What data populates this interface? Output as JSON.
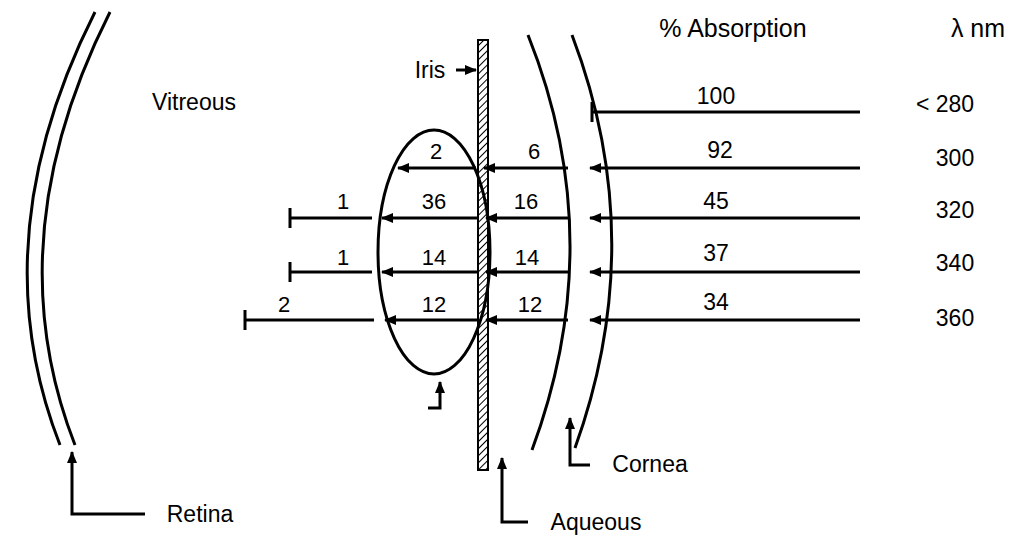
{
  "diagram": {
    "labels": [
      "% Absorption",
      "λ nm",
      "Iris",
      "Vitreous",
      "100",
      "< 280",
      "2",
      "6",
      "92",
      "300",
      "1",
      "36",
      "16",
      "45",
      "320",
      "1",
      "14",
      "14",
      "37",
      "340",
      "2",
      "12",
      "12",
      "34",
      "360",
      "Cornea",
      "Retina",
      "Aqueous"
    ]
  }
}
